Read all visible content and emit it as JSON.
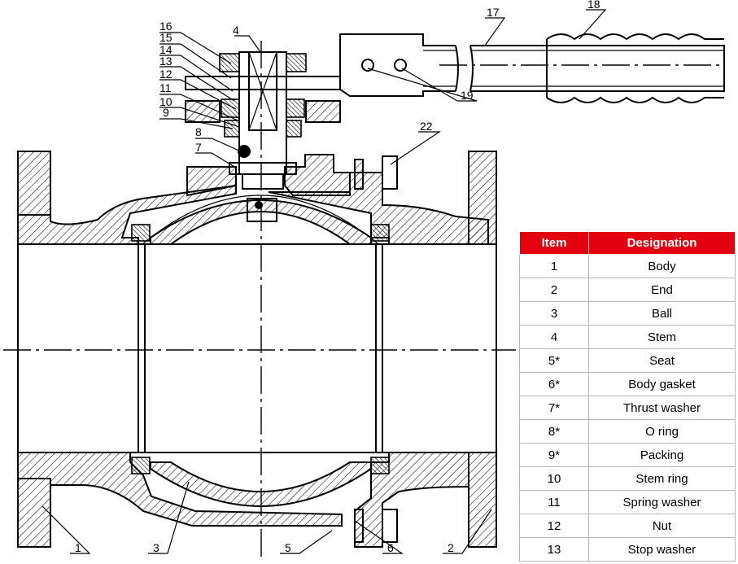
{
  "callouts": [
    "16",
    "15",
    "14",
    "13",
    "12",
    "11",
    "10",
    "9",
    "8",
    "7",
    "4",
    "17",
    "18",
    "19",
    "22",
    "1",
    "3",
    "5",
    "6",
    "2"
  ],
  "table": {
    "headers": [
      "Item",
      "Designation"
    ],
    "rows": [
      [
        "1",
        "Body"
      ],
      [
        "2",
        "End"
      ],
      [
        "3",
        "Ball"
      ],
      [
        "4",
        "Stem"
      ],
      [
        "5*",
        "Seat"
      ],
      [
        "6*",
        "Body gasket"
      ],
      [
        "7*",
        "Thrust washer"
      ],
      [
        "8*",
        "O ring"
      ],
      [
        "9*",
        "Packing"
      ],
      [
        "10",
        "Stem ring"
      ],
      [
        "11",
        "Spring washer"
      ],
      [
        "12",
        "Nut"
      ],
      [
        "13",
        "Stop washer"
      ]
    ]
  },
  "colors": {
    "header_bg": "#e3000f",
    "header_text": "#ffffff",
    "line": "#000000"
  }
}
